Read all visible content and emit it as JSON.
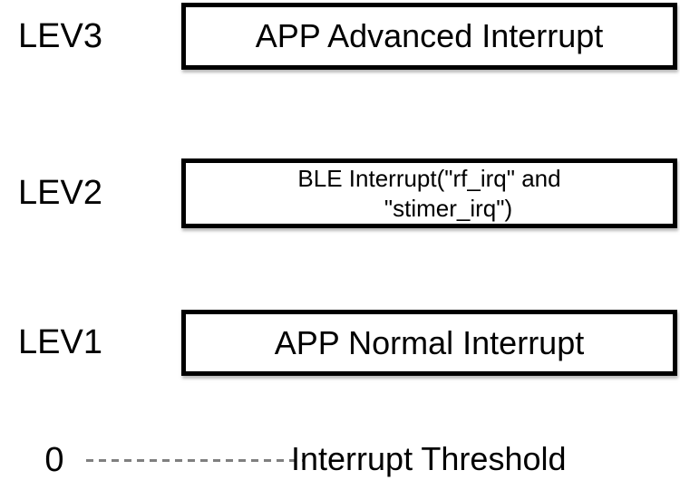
{
  "diagram": {
    "description": "Interrupt priority level diagram",
    "levels": [
      {
        "label": "LEV3",
        "box_text": "APP Advanced Interrupt"
      },
      {
        "label": "LEV2",
        "box_text_line1": "BLE Interrupt(\"rf_irq\" and",
        "box_text_line2": "\"stimer_irq\")"
      },
      {
        "label": "LEV1",
        "box_text": "APP Normal Interrupt"
      }
    ],
    "threshold": {
      "axis_label": "0",
      "line_label": "Interrupt Threshold"
    },
    "colors": {
      "background": "#ffffff",
      "box_border": "#000000",
      "text": "#000000",
      "threshold_line": "#7f7f7f"
    }
  }
}
